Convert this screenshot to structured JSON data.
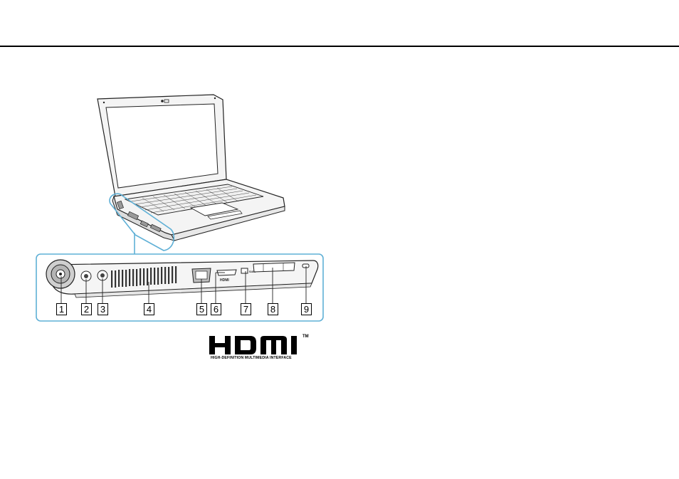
{
  "callouts": [
    {
      "number": "1"
    },
    {
      "number": "2"
    },
    {
      "number": "3"
    },
    {
      "number": "4"
    },
    {
      "number": "5"
    },
    {
      "number": "6"
    },
    {
      "number": "7"
    },
    {
      "number": "8"
    },
    {
      "number": "9"
    }
  ],
  "logo": {
    "wordmark": "HDMI",
    "trademark": "TM",
    "tagline": "HIGH-DEFINITION MULTIMEDIA INTERFACE"
  },
  "colors": {
    "rule": "#000000",
    "callout_frame": "#5fb0d6",
    "device_line": "#222222",
    "screen": "#2b2f34"
  }
}
